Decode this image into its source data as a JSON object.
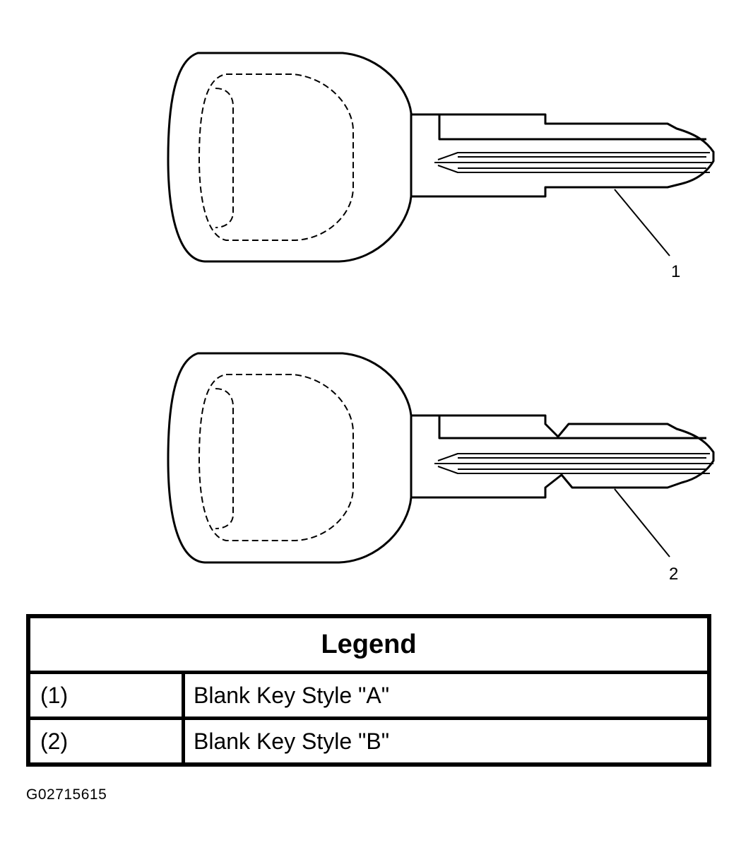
{
  "figure": {
    "callouts": [
      {
        "number": "1"
      },
      {
        "number": "2"
      }
    ]
  },
  "legend": {
    "title": "Legend",
    "rows": [
      {
        "number": "(1)",
        "description": "Blank Key Style \"A\""
      },
      {
        "number": "(2)",
        "description": "Blank Key Style \"B\""
      }
    ]
  },
  "figure_id": "G02715615"
}
